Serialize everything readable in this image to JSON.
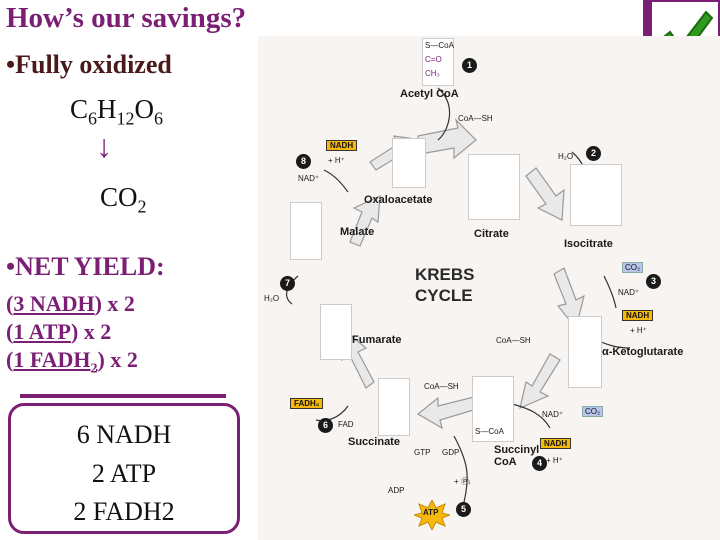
{
  "slide": {
    "title": "How’s our savings?",
    "bullet1": "•Fully oxidized",
    "formula": {
      "c": "C",
      "c_sub": "6",
      "h": "H",
      "h_sub": "12",
      "o": "O",
      "o_sub": "6"
    },
    "arrow": "↓",
    "product": {
      "text": "CO",
      "sub": "2"
    },
    "bullet2": "•NET YIELD:",
    "yields": [
      {
        "open": "(",
        "underlined": "3 NADH",
        "close": ") x 2"
      },
      {
        "open": "(",
        "underlined": "1 ATP",
        "close": ") x 2"
      },
      {
        "open": "(",
        "underlined": "1 FADH",
        "sub": "2",
        "close": ") x 2"
      }
    ],
    "totals": [
      "6 NADH",
      "2 ATP",
      "2 FADH2"
    ]
  },
  "diagram": {
    "center_title": [
      "KREBS",
      "CYCLE"
    ],
    "compounds": {
      "acetyl_coa": "Acetyl CoA",
      "oxaloacetate": "Oxaloacetate",
      "malate": "Malate",
      "citrate": "Citrate",
      "isocitrate": "Isocitrate",
      "fumarate": "Fumarate",
      "alpha_ketoglutarate": "α-Ketoglutarate",
      "succinate": "Succinate",
      "succinyl_coa": "Succinyl CoA"
    },
    "cofactors": {
      "coa_sh_1": "CoA—SH",
      "coa_sh_2": "CoA—SH",
      "coa_sh_3": "CoA—SH",
      "h2o_1": "H₂O",
      "h2o_2": "H₂O",
      "nadh_1": "NADH",
      "nadh_2": "NADH",
      "nadh_3": "NADH",
      "nad_1": "NAD⁺",
      "nad_2": "NAD⁺",
      "nad_3": "NAD⁺",
      "h_1": "+ H⁺",
      "h_2": "+ H⁺",
      "h_3": "+ H⁺",
      "co2_1": "CO₂",
      "co2_2": "CO₂",
      "fadh2": "FADH₂",
      "fad": "FAD",
      "gtp": "GTP",
      "gdp": "GDP",
      "adp": "ADP",
      "atp": "ATP",
      "pi": "+ Ⓟᵢ",
      "s_coa_top": "S—CoA",
      "s_coa_bottom": "S—CoA"
    },
    "steps": [
      "1",
      "2",
      "3",
      "4",
      "5",
      "6",
      "7",
      "8"
    ]
  },
  "colors": {
    "accent": "#7a1f74",
    "nadh_box": "#f6b80a",
    "co2_box": "#b7c5ea",
    "diagram_bg": "#f7f4f1",
    "check": "#2e9a1e"
  },
  "icons": {
    "checkmark": "check-icon"
  }
}
